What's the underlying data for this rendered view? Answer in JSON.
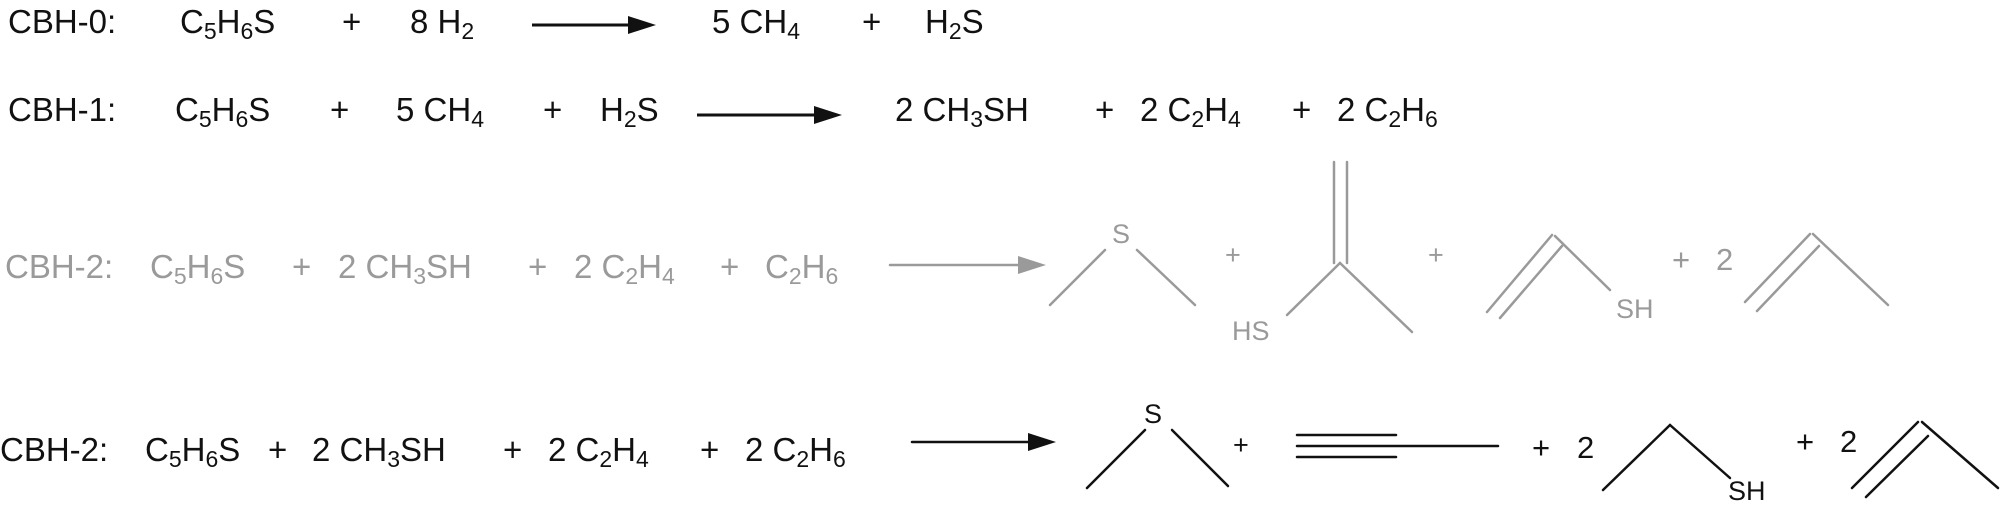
{
  "colors": {
    "main": "#111111",
    "faded": "#9a9a9a"
  },
  "rows": [
    {
      "label": "CBH-0:",
      "reactants": {
        "r1": [
          "C",
          "5",
          "H",
          "6",
          "S"
        ],
        "plus1": "+",
        "r2": [
          "8 H",
          "2"
        ]
      },
      "products": {
        "p1": [
          "5 CH",
          "4"
        ],
        "plus1": "+",
        "p2": [
          "H",
          "2",
          "S"
        ]
      }
    },
    {
      "label": "CBH-1:",
      "reactants": {
        "r1": [
          "C",
          "5",
          "H",
          "6",
          "S"
        ],
        "plus1": "+",
        "r2": [
          "5 CH",
          "4"
        ],
        "plus2": "+",
        "r3": [
          "H",
          "2",
          "S"
        ]
      },
      "products": {
        "p1": [
          "2  CH",
          "3",
          "SH"
        ],
        "plus1": "+",
        "p2": [
          "2 C",
          "2",
          "H",
          "4"
        ],
        "plus2": "+",
        "p3": [
          "2 C",
          "2",
          "H",
          "6"
        ]
      }
    },
    {
      "label": "CBH-2:",
      "reactants": {
        "r1": [
          "C",
          "5",
          "H",
          "6",
          "S"
        ],
        "plus1": "+",
        "r2": [
          "2 CH",
          "3",
          "SH"
        ],
        "plus2": "+",
        "r3": [
          "2 C",
          "2",
          "H",
          "4"
        ],
        "plus3": "+",
        "r4": [
          "C",
          "2",
          "H",
          "6"
        ]
      },
      "products": {
        "s_atom": "S",
        "plus1": "+",
        "hs_label": "HS",
        "plus2": "+",
        "sh_label": "SH",
        "plus3": "+",
        "coef": "2"
      }
    },
    {
      "label": "CBH-2:",
      "reactants": {
        "r1": [
          "C",
          "5",
          "H",
          "6",
          "S"
        ],
        "plus1": "+",
        "r2": [
          "2 CH",
          "3",
          "SH"
        ],
        "plus2": "+",
        "r3": [
          "2 C",
          "2",
          "H",
          "4"
        ],
        "plus3": "+",
        "r4": [
          "2 C",
          "2",
          "H",
          "6"
        ]
      },
      "products": {
        "s_atom": "S",
        "plus1": "+",
        "plus2": "+",
        "coef1": "2",
        "sh_label": "SH",
        "plus3": "+",
        "coef2": "2"
      }
    }
  ]
}
